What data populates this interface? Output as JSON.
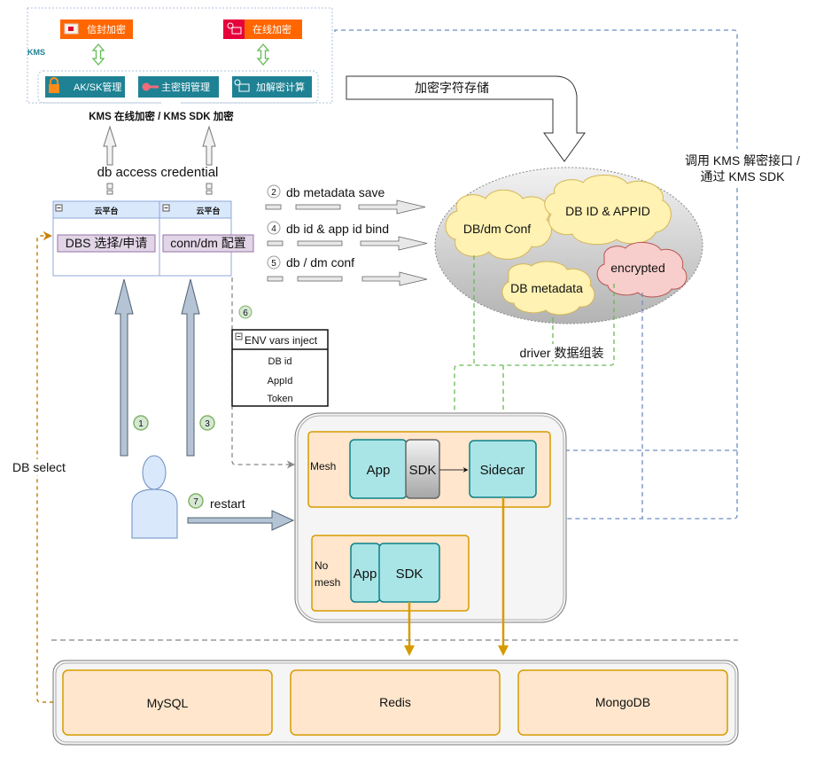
{
  "kms": {
    "label": "KMS",
    "top_items": [
      {
        "label": "信封加密",
        "icon": "envelope-icon"
      },
      {
        "label": "在线加密",
        "icon": "key-card-icon"
      }
    ],
    "bottom_items": [
      {
        "label": "AK/SK管理",
        "icon": "lock-icon"
      },
      {
        "label": "主密钥管理",
        "icon": "key-icon"
      },
      {
        "label": "加解密计算",
        "icon": "key-card-icon"
      }
    ],
    "caption": "KMS 在线加密 / KMS SDK 加密"
  },
  "flows": {
    "credential": "db access credential",
    "encrypted_storage": "加密字符存储",
    "kms_decrypt": [
      "调用 KMS 解密接口 /",
      "通过 KMS SDK"
    ],
    "metadata_save": {
      "step": "2",
      "label": "db metadata save"
    },
    "id_bind": {
      "step": "4",
      "label": "db id & app id bind"
    },
    "dm_conf": {
      "step": "5",
      "label": "db / dm conf"
    },
    "env_step": "6",
    "step1": "1",
    "step3": "3",
    "restart": {
      "step": "7",
      "label": "restart"
    },
    "db_select": "DB select",
    "driver": "driver 数据组装"
  },
  "cloud_platform": [
    {
      "title": "云平台",
      "action": "DBS 选择/申请"
    },
    {
      "title": "云平台",
      "action": "conn/dm 配置"
    }
  ],
  "env_vars": {
    "title": "ENV vars inject",
    "items": [
      "DB id",
      "AppId",
      "Token"
    ]
  },
  "store": {
    "clouds": [
      "DB/dm Conf",
      "DB ID & APPID",
      "DB metadata",
      "encrypted"
    ]
  },
  "runtime": {
    "mesh": {
      "label": "Mesh",
      "app": "App",
      "sdk": "SDK",
      "sidecar": "Sidecar"
    },
    "no_mesh": {
      "label_lines": [
        "No",
        "mesh"
      ],
      "app": "App",
      "sdk": "SDK"
    }
  },
  "databases": [
    "MySQL",
    "Redis",
    "MongoDB"
  ],
  "colors": {
    "kms_orange": "#FF6600",
    "kms_teal": "#1E8294",
    "teal_fill": "#A9E5E6",
    "teal_stroke": "#0E8088",
    "orange_fill": "#FFE6CC",
    "gold_stroke": "#D79B00",
    "cloud_yellow": "#FFF2B3",
    "cloud_pink": "#F8CECC",
    "green_dash": "#66BB55",
    "blue_dash": "#6C8EBF",
    "brown_dash": "#C8820A"
  }
}
